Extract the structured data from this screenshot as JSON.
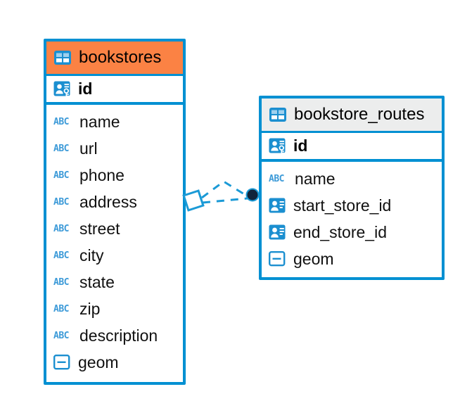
{
  "diagram": {
    "type": "entity-relationship-diagram",
    "background_color": "#ffffff",
    "accent_color": "#0090d2",
    "highlight_color": "#fb8244",
    "header_gray": "#eceded"
  },
  "tables": [
    {
      "name": "bookstores",
      "header_style": "accent-orange",
      "table_icon": "table-grid-icon",
      "primary_key": {
        "label": "id",
        "icon": "primary-key-icon"
      },
      "fields": [
        {
          "label": "name",
          "icon": "abc-text-icon",
          "type": "text"
        },
        {
          "label": "url",
          "icon": "abc-text-icon",
          "type": "text"
        },
        {
          "label": "phone",
          "icon": "abc-text-icon",
          "type": "text"
        },
        {
          "label": "address",
          "icon": "abc-text-icon",
          "type": "text"
        },
        {
          "label": "street",
          "icon": "abc-text-icon",
          "type": "text"
        },
        {
          "label": "city",
          "icon": "abc-text-icon",
          "type": "text"
        },
        {
          "label": "state",
          "icon": "abc-text-icon",
          "type": "text"
        },
        {
          "label": "zip",
          "icon": "abc-text-icon",
          "type": "text"
        },
        {
          "label": "description",
          "icon": "abc-text-icon",
          "type": "text"
        },
        {
          "label": "geom",
          "icon": "geometry-icon",
          "type": "geometry"
        }
      ]
    },
    {
      "name": "bookstore_routes",
      "header_style": "accent-gray",
      "table_icon": "table-grid-icon",
      "primary_key": {
        "label": "id",
        "icon": "primary-key-icon"
      },
      "fields": [
        {
          "label": "name",
          "icon": "abc-text-icon",
          "type": "text"
        },
        {
          "label": "start_store_id",
          "icon": "foreign-key-icon",
          "type": "foreign-key"
        },
        {
          "label": "end_store_id",
          "icon": "foreign-key-icon",
          "type": "foreign-key"
        },
        {
          "label": "geom",
          "icon": "geometry-icon",
          "type": "geometry"
        }
      ]
    }
  ],
  "relationships": [
    {
      "from_table": "bookstores",
      "to_table": "bookstore_routes",
      "from_endpoint": "diamond-endpoint-icon",
      "to_endpoint": "circle-endpoint-icon",
      "line_style": "dashed",
      "line_color": "#1b9ad6"
    },
    {
      "from_table": "bookstores",
      "to_table": "bookstore_routes",
      "from_endpoint": "diamond-endpoint-icon",
      "to_endpoint": "circle-endpoint-icon",
      "line_style": "dashed",
      "line_color": "#1b9ad6"
    }
  ]
}
